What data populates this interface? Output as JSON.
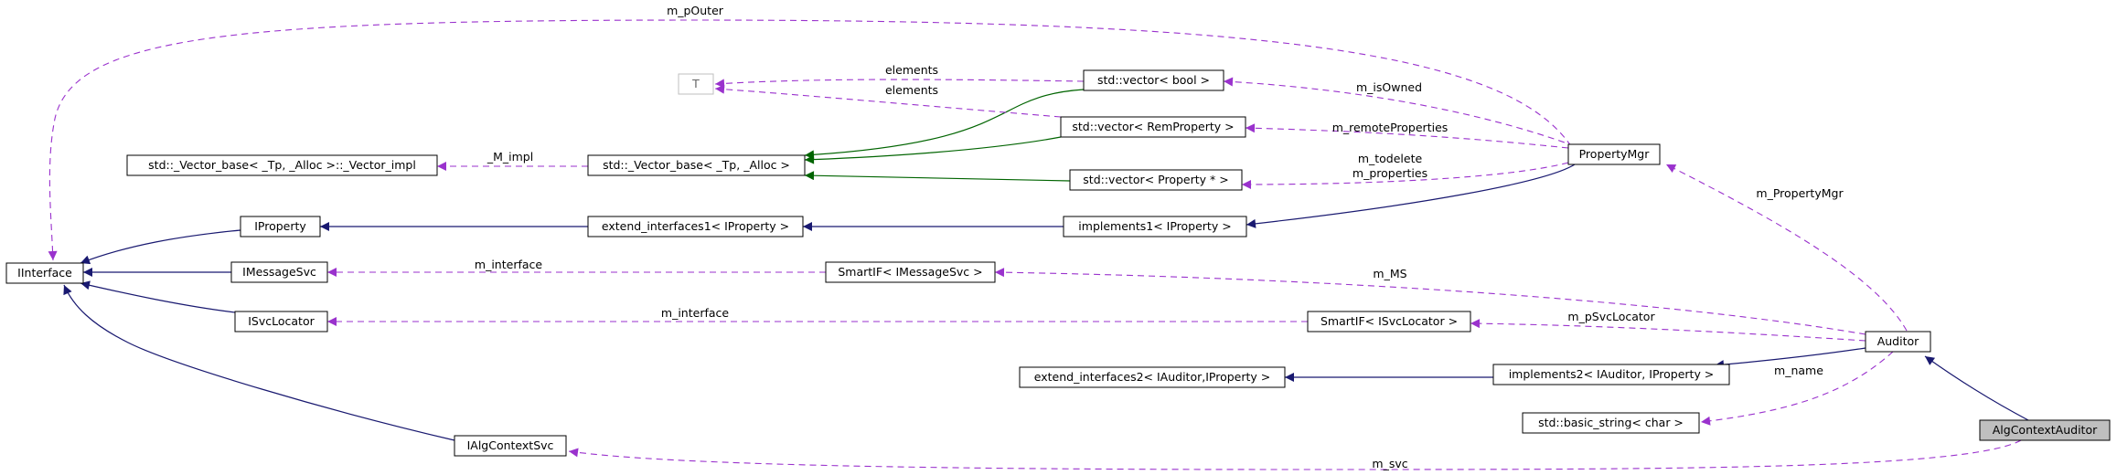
{
  "nodes": {
    "iinterface": "IInterface",
    "iproperty": "IProperty",
    "imessagesvc": "IMessageSvc",
    "isvclocator": "ISvcLocator",
    "ialgcontextsvc": "IAlgContextSvc",
    "vector_impl": "std::_Vector_base< _Tp, _Alloc >::_Vector_impl",
    "vector_base": "std::_Vector_base< _Tp, _Alloc >",
    "extend_interfaces1": "extend_interfaces1< IProperty >",
    "smartif_imessagesvc": "SmartIF< IMessageSvc >",
    "template_t": "T",
    "vector_bool": "std::vector< bool >",
    "vector_remproperty": "std::vector< RemProperty >",
    "vector_property_ptr": "std::vector< Property * >",
    "implements1": "implements1< IProperty >",
    "smartif_isvclocator": "SmartIF< ISvcLocator >",
    "extend_interfaces2": "extend_interfaces2< IAuditor,IProperty >",
    "implements2": "implements2< IAuditor, IProperty >",
    "basic_string": "std::basic_string< char >",
    "propertymgr": "PropertyMgr",
    "auditor": "Auditor",
    "algcontextauditor": "AlgContextAuditor"
  },
  "edge_labels": {
    "m_pouter": "m_pOuter",
    "elements_bool": "elements",
    "elements_rem": "elements",
    "m_isowned": "m_isOwned",
    "m_impl": "_M_impl",
    "m_remoteproperties": "m_remoteProperties",
    "m_todelete": "m_todelete",
    "m_properties": "m_properties",
    "m_propertymgr": "m_PropertyMgr",
    "m_interface_msg": "m_interface",
    "m_ms": "m_MS",
    "m_interface_svc": "m_interface",
    "m_psvclocator": "m_pSvcLocator",
    "m_name": "m_name",
    "m_svc": "m_svc"
  },
  "colors": {
    "inheritance": "#191970",
    "template_instance": "#006400",
    "usage": "#9a32cd",
    "focus_fill": "#bfbfbf"
  },
  "legend": {
    "arrow_styles": [
      "inheritance-solid-navy",
      "template-instance-solid-green",
      "usage-dashed-purple"
    ]
  }
}
